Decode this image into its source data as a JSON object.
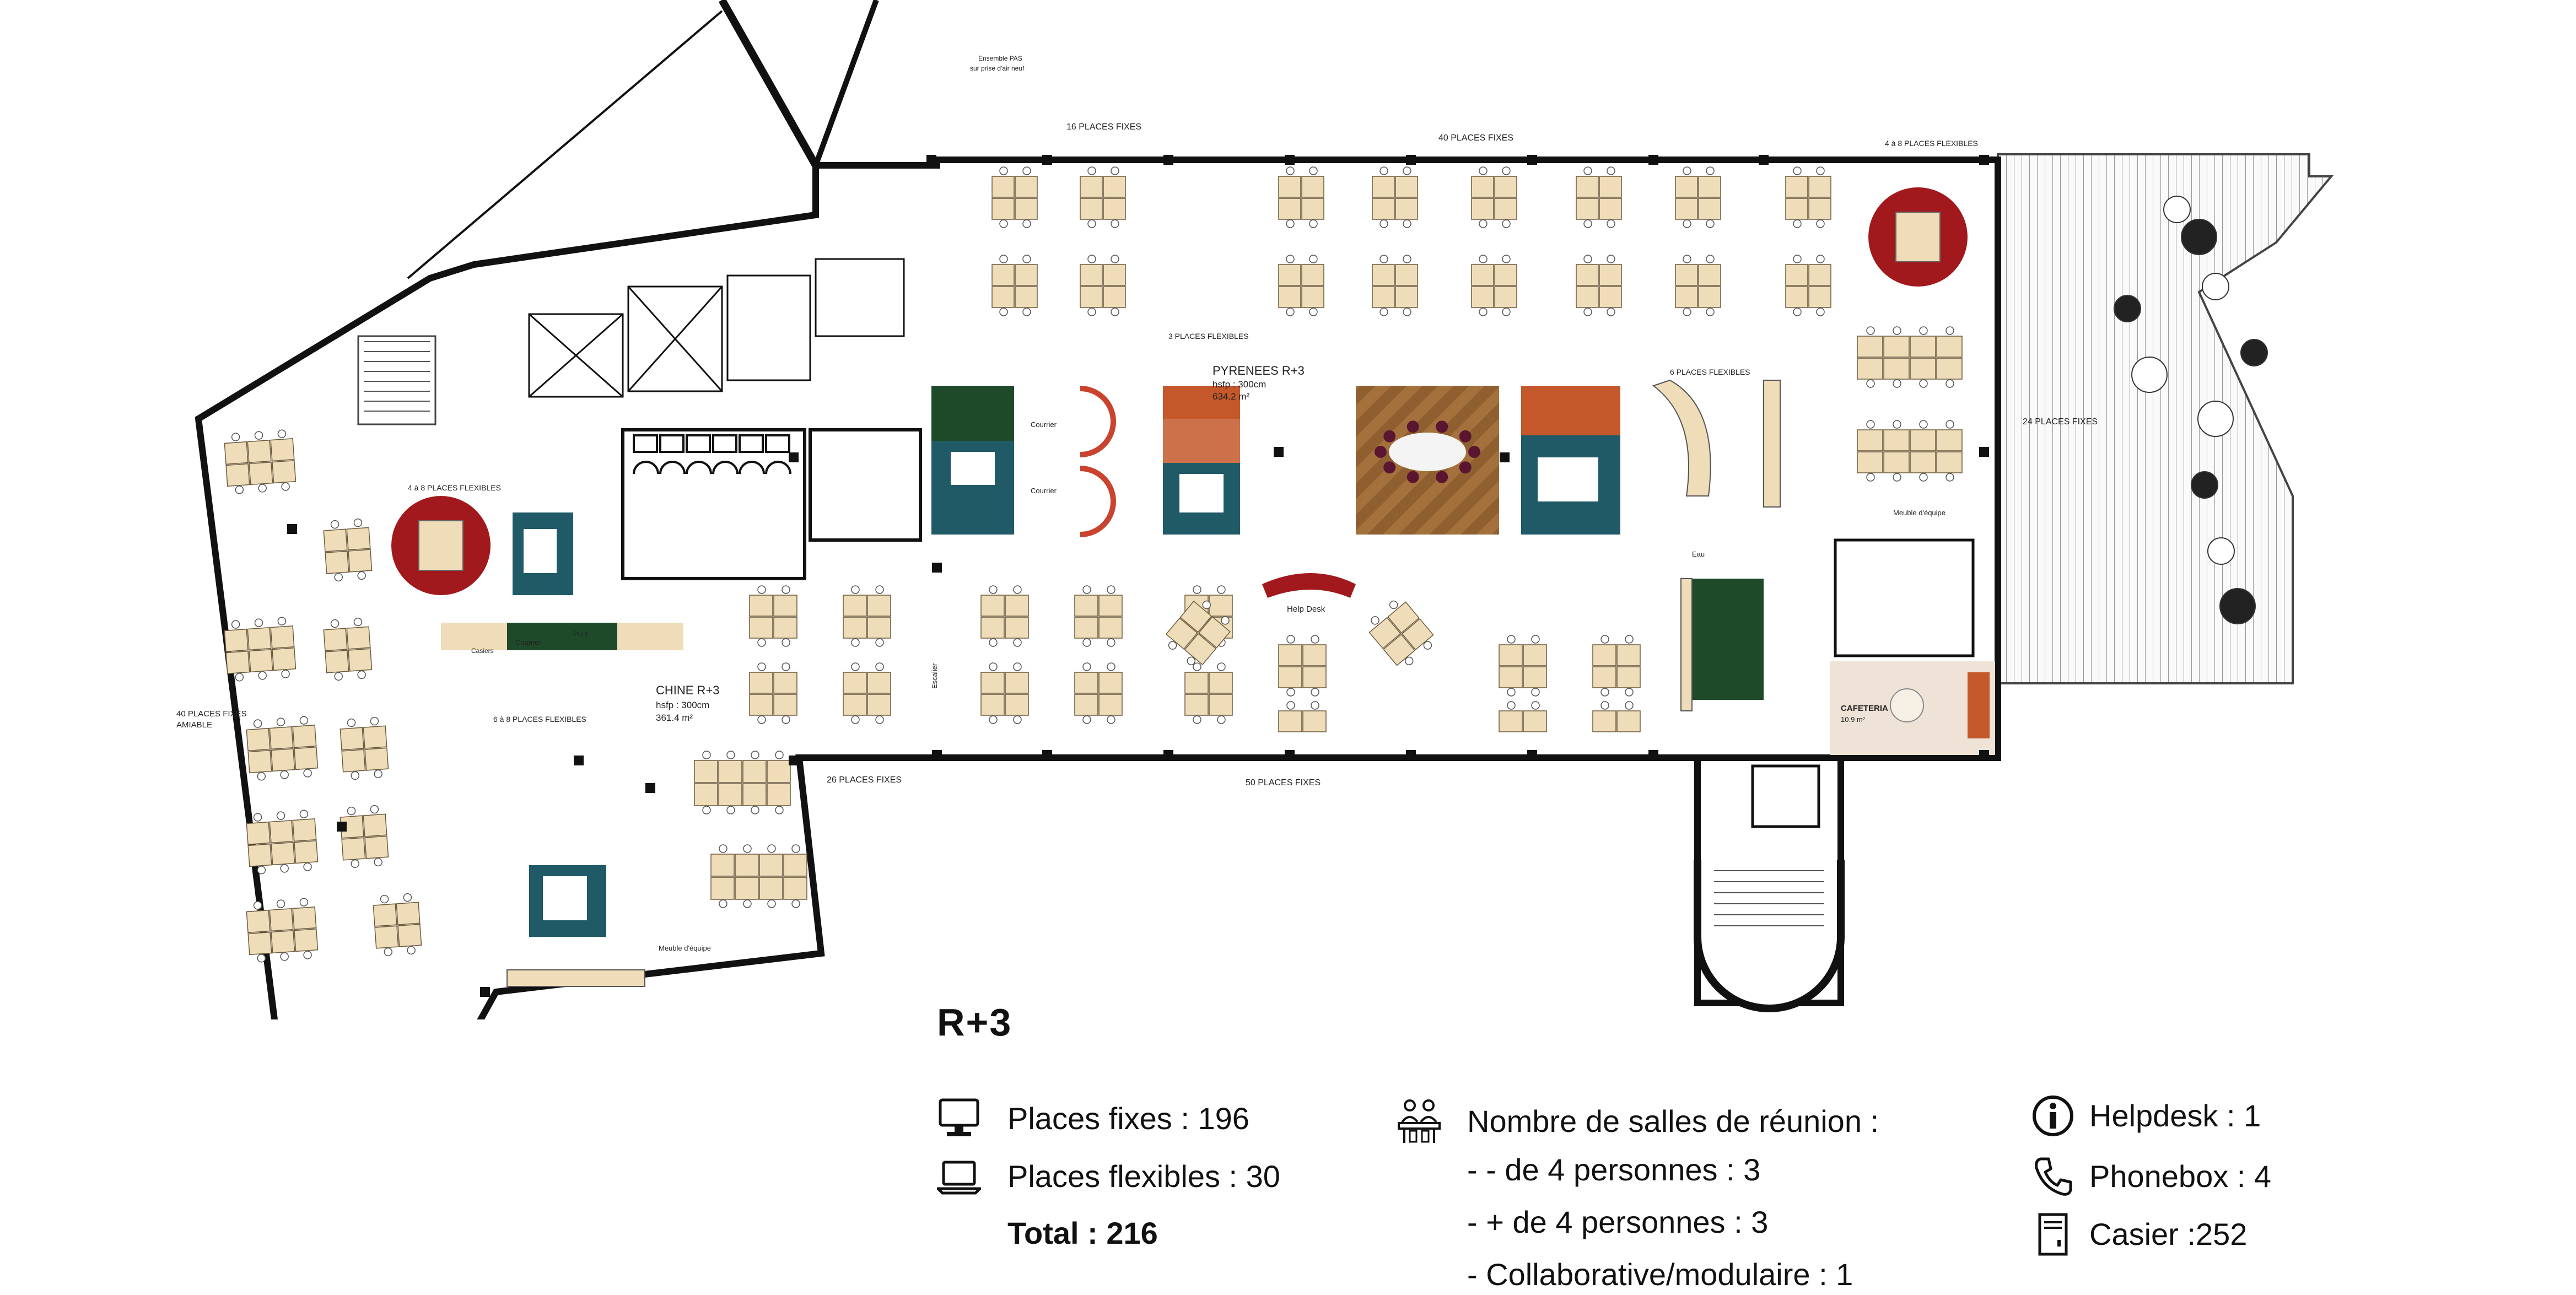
{
  "floor": "R+3",
  "plan_labels": {
    "chine": "CHINE R+3",
    "chine_hsfp": "hsfp : 300cm",
    "chine_area": "361.4 m²",
    "pyrenees": "PYRENEES R+3",
    "pyrenees_hsfp": "hsfp : 300cm",
    "pyrenees_area": "634.2 m²",
    "places_16_fixes": "16 PLACES FIXES",
    "places_40_fixes_top": "40 PLACES FIXES",
    "places_4_8_flex_top": "4 à 8 PLACES FLEXIBLES",
    "places_24_fixes": "24 PLACES FIXES",
    "places_26_fixes": "26 PLACES FIXES",
    "places_50_fixes": "50 PLACES FIXES",
    "places_40_fixes_left": "40 PLACES FIXES",
    "amiable": "AMIABLE",
    "places_4_8_flex_left": "4 à 8 PLACES FLEXIBLES",
    "places_6_8_flex": "6 à 8 PLACES FLEXIBLES",
    "places_3_flex": "3 PLACES FLEXIBLES",
    "places_6_flex": "6 PLACES FLEXIBLES",
    "helpdesk": "Help Desk",
    "cafeteria": "CAFETERIA",
    "cafeteria_area": "10.9 m²",
    "ensemble_pas": "Ensemble PAS",
    "ensemble_pas_2": "sur prise d'air neuf",
    "meuble_equipe": "Meuble d'équipe",
    "courrier": "Courrier",
    "print": "Print",
    "casiers": "Casiers",
    "eau": "Eau",
    "escalier": "Escalier"
  },
  "legend": {
    "places_fixes": "Places fixes : 196",
    "places_flexibles": "Places flexibles : 30",
    "total": "Total : 216",
    "salles_title": "Nombre de salles de réunion :",
    "salles_moins4": "-  - de 4 personnes : 3",
    "salles_plus4": "- + de 4 personnes : 3",
    "salles_collab": "- Collaborative/modulaire : 1",
    "helpdesk": "Helpdesk : 1",
    "phonebox": "Phonebox : 4",
    "casier": "Casier :252"
  },
  "colors": {
    "desk": "#efdcb8",
    "wall": "#111111",
    "meeting_teal": "#1f5a66",
    "meeting_green": "#1f4a2a",
    "meeting_orange": "#c4582a",
    "flex_circle": "#a1191c",
    "collab_wood": "#a4713d",
    "sofa": "#c9442e"
  }
}
